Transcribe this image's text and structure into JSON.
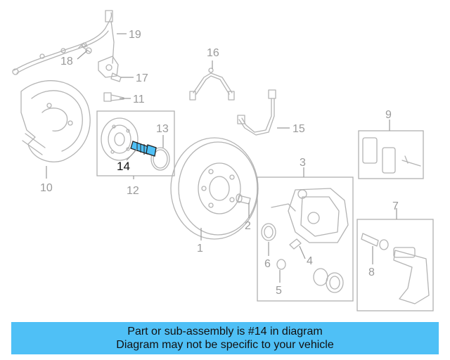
{
  "highlight_color": "#4fc0f6",
  "highlighted_part": "14",
  "callouts": {
    "c1": "1",
    "c2": "2",
    "c3": "3",
    "c4": "4",
    "c5": "5",
    "c6": "6",
    "c7": "7",
    "c8": "8",
    "c9": "9",
    "c10": "10",
    "c11": "11",
    "c12": "12",
    "c13": "13",
    "c14": "14",
    "c15": "15",
    "c16": "16",
    "c17": "17",
    "c18": "18",
    "c19": "19"
  },
  "banner": {
    "line1": "Part or sub-assembly is #14 in diagram",
    "line2": "Diagram may not be specific to your vehicle"
  }
}
